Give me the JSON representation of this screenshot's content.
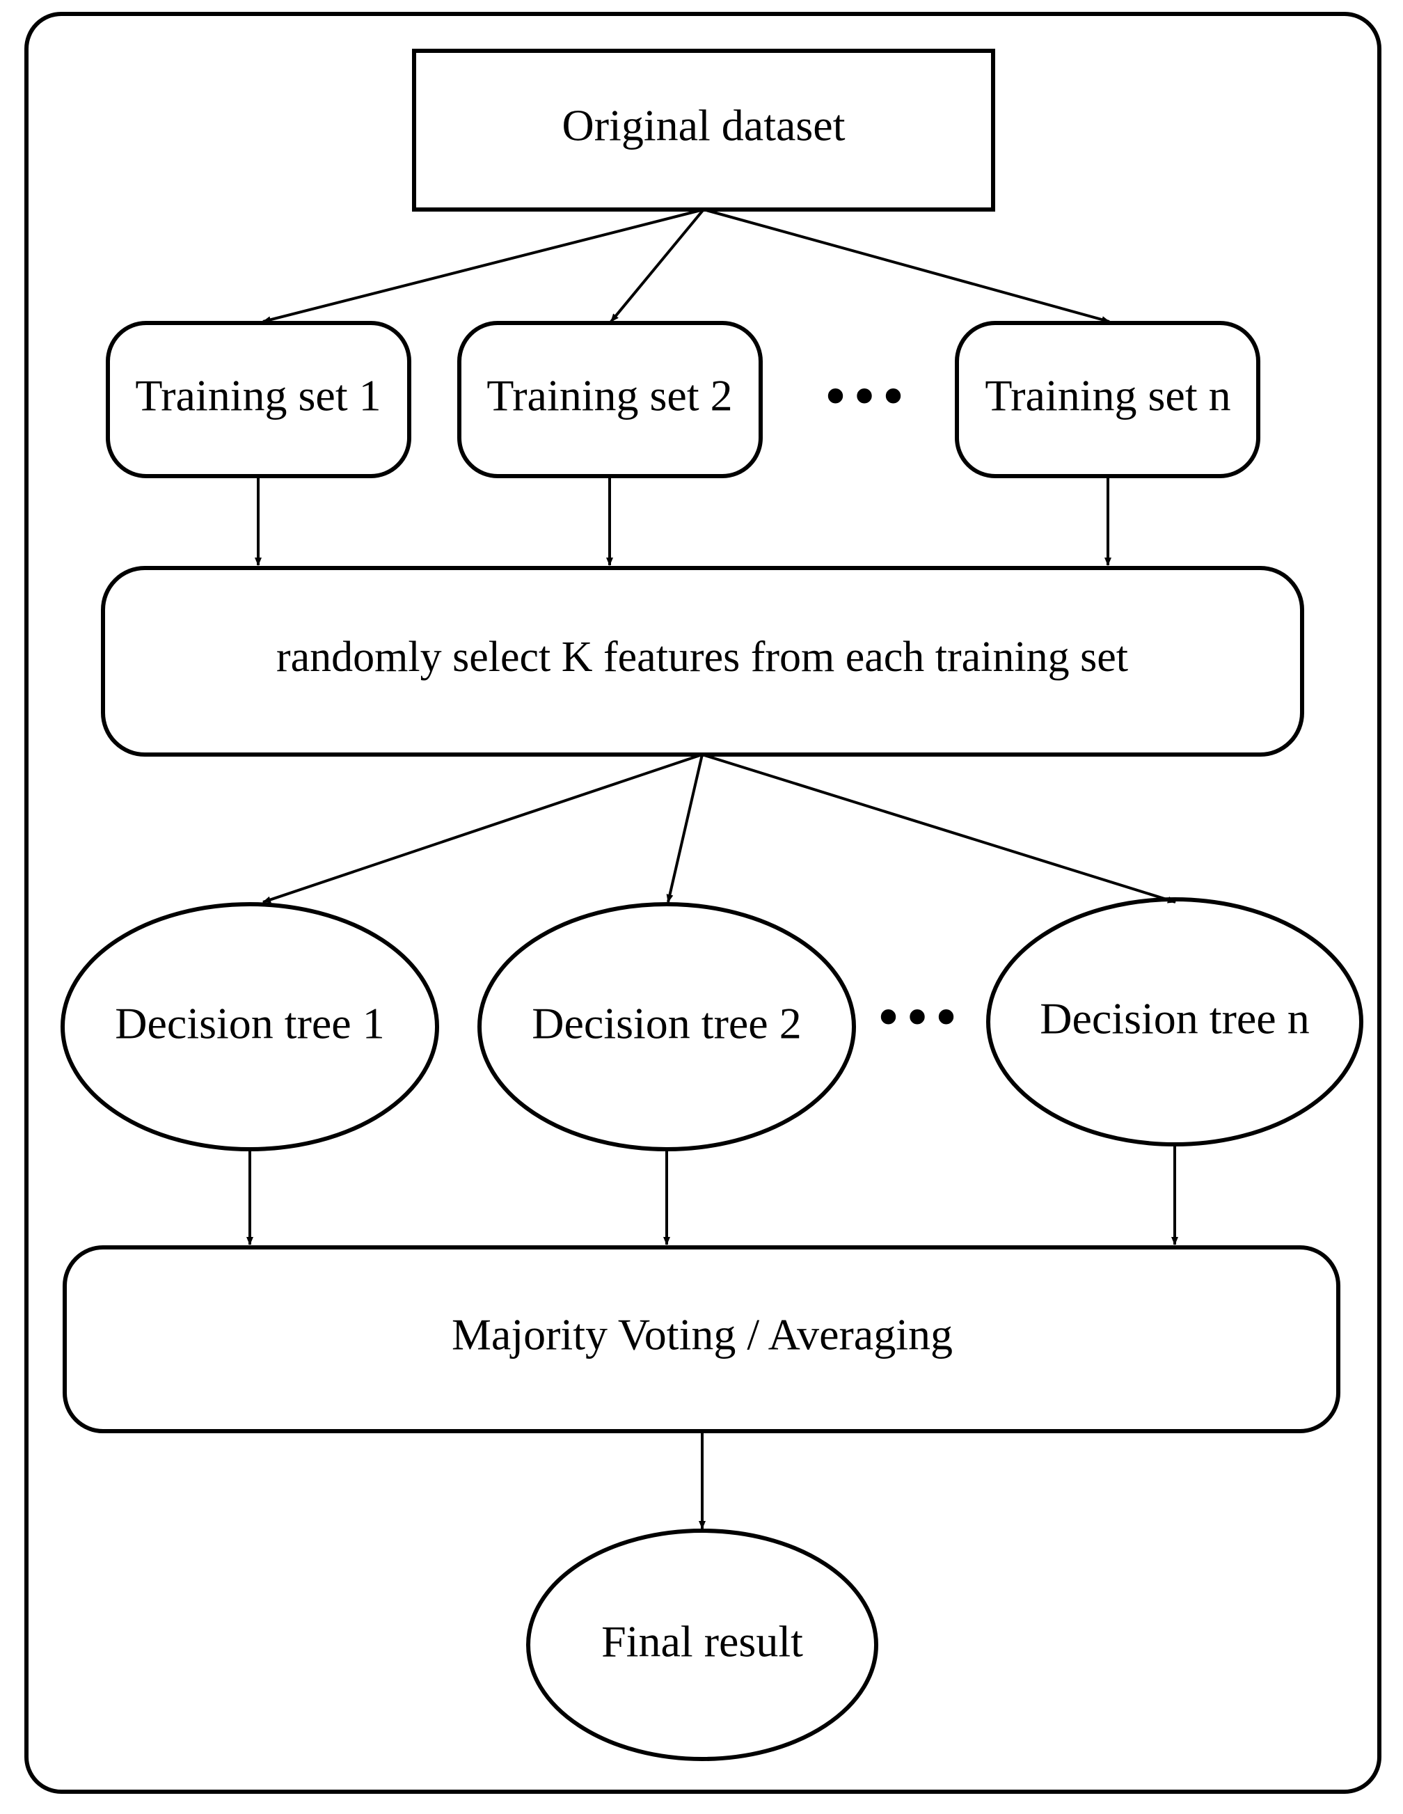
{
  "diagram": {
    "source": "Original dataset",
    "training_sets": [
      "Training set 1",
      "Training set 2",
      "Training set n"
    ],
    "training_ellipsis": "•••",
    "feature_step": "randomly select K features from each training set",
    "decision_trees": [
      "Decision tree 1",
      "Decision tree 2",
      "Decision tree n"
    ],
    "tree_ellipsis": "•••",
    "aggregation": "Majority Voting / Averaging",
    "result": "Final result"
  },
  "colors": {
    "stroke": "#000000",
    "background": "#ffffff"
  }
}
